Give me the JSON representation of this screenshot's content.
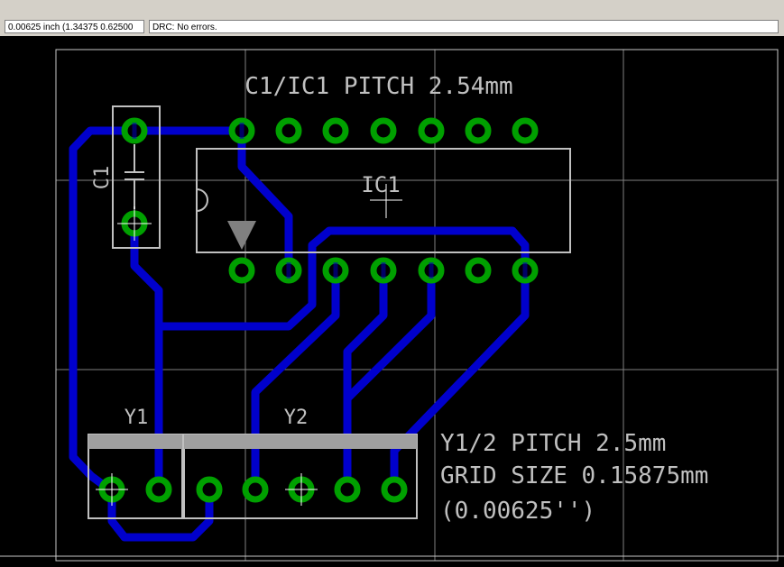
{
  "status": {
    "coordinates": "0.00625 inch (1.34375 0.62500",
    "drc": "DRC: No errors."
  },
  "board": {
    "title": "C1/IC1 PITCH 2.54mm",
    "ic_name": "IC1",
    "cap_name": "C1",
    "y1_name": "Y1",
    "y2_name": "Y2",
    "note_line1": "Y1/2 PITCH 2.5mm",
    "note_line2": "GRID SIZE 0.15875mm",
    "note_line3": "(0.00625'')"
  },
  "colors": {
    "background": "#000000",
    "trace": "#0000cc",
    "pad": "#00a000",
    "outline": "#c0c0c0",
    "grid": "#808080"
  }
}
